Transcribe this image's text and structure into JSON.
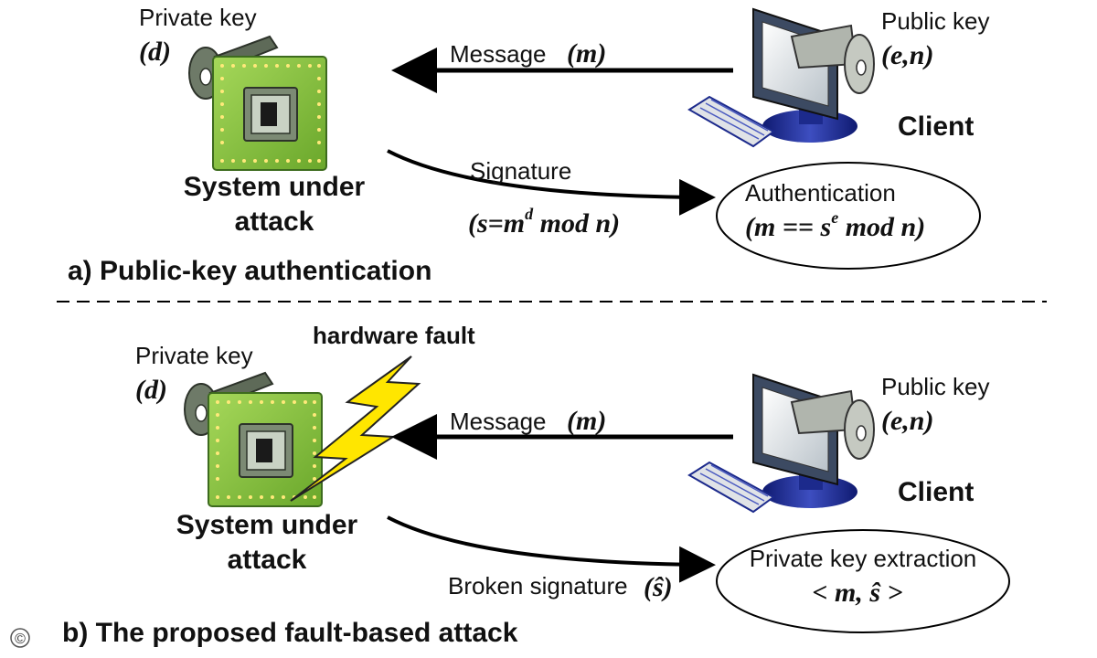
{
  "panel_a": {
    "private_key_label": "Private key",
    "private_key_symbol": "(d)",
    "system_label_line1": "System under",
    "system_label_line2": "attack",
    "message_label": "Message",
    "message_symbol": "(m)",
    "public_key_label": "Public key",
    "public_key_symbol": "(e,n)",
    "client_label": "Client",
    "signature_label": "Signature",
    "signature_formula_pre": "(s=m",
    "signature_formula_sup": "d",
    "signature_formula_post": " mod n)",
    "auth_label": "Authentication",
    "auth_formula_pre": "(m == s",
    "auth_formula_sup": "e",
    "auth_formula_post": " mod n)",
    "caption": "a) Public-key authentication"
  },
  "panel_b": {
    "private_key_label": "Private key",
    "private_key_symbol": "(d)",
    "hardware_fault_label": "hardware fault",
    "system_label_line1": "System under",
    "system_label_line2": "attack",
    "message_label": "Message",
    "message_symbol": "(m)",
    "public_key_label": "Public key",
    "public_key_symbol": "(e,n)",
    "client_label": "Client",
    "broken_signature_label": "Broken signature",
    "broken_signature_symbol": "(ŝ)",
    "extraction_label": "Private key extraction",
    "extraction_formula": "< m, ŝ >",
    "caption": "b) The proposed fault-based attack"
  },
  "watermark": "©",
  "colors": {
    "chip_green": "#8cc63f",
    "chip_dark": "#3d6b1e",
    "key_gray": "#6e7a68",
    "monitor_blue": "#1c2a8c",
    "lightning_yellow": "#ffe600"
  }
}
